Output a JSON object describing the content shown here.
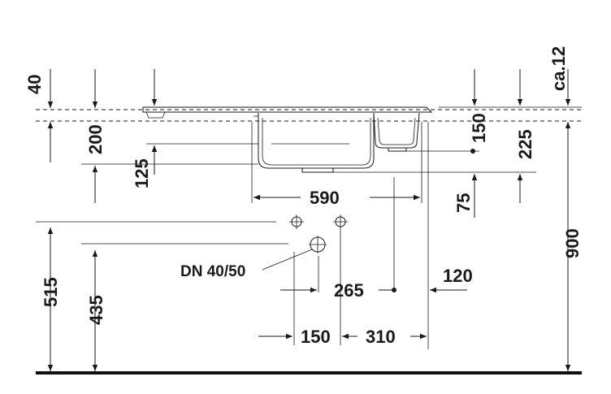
{
  "dimensions": {
    "d40": "40",
    "d200": "200",
    "d125": "125",
    "d590": "590",
    "d515": "515",
    "d435": "435",
    "d265": "265",
    "d150_bottom": "150",
    "d310": "310",
    "d120": "120",
    "d150_right": "150",
    "d225": "225",
    "d75": "75",
    "d900": "900",
    "ca12": "ca.12"
  },
  "labels": {
    "drain": "DN 40/50"
  },
  "colors": {
    "line": "#1a1a1a",
    "floor": "#111111",
    "background": "#ffffff"
  }
}
